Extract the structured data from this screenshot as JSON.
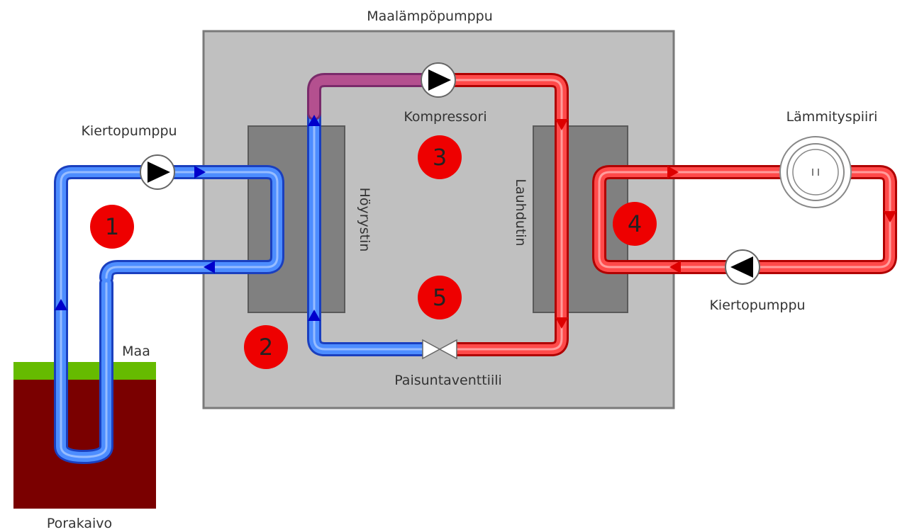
{
  "labels": {
    "main_unit": "Maalämpöpumppu",
    "circ_pump_left": "Kiertopumppu",
    "circ_pump_right": "Kiertopumppu",
    "compressor": "Kompressori",
    "evaporator": "Höyrystin",
    "condenser": "Lauhdutin",
    "heating_coil": "Lämmityspiiri",
    "expansion_valve": "Paisuntaventtiili",
    "ground": "Maa",
    "borehole": "Porakaivo"
  },
  "markers": [
    "1",
    "2",
    "3",
    "4",
    "5"
  ],
  "colors": {
    "cold_pipe": "#3b7bff",
    "hot_pipe": "#ff3d3d",
    "marker": "#ee0000",
    "unit_box": "#c0c0c0",
    "exchanger": "#7f7f7f",
    "grass": "#66bb00",
    "soil": "#7a0000"
  },
  "icons": [
    "pump-icon",
    "compressor-icon",
    "radiator-icon",
    "expansion-valve-icon",
    "flow-arrow-icon"
  ]
}
